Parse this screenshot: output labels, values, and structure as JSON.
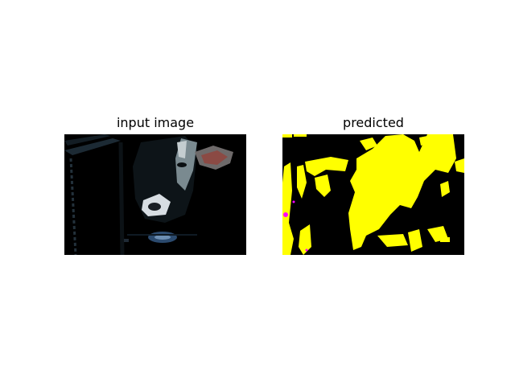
{
  "panels": [
    {
      "title": "input image",
      "content": "photo-dark-calf-head"
    },
    {
      "title": "predicted",
      "content": "segmentation-mask"
    }
  ],
  "colors": {
    "background": "#ffffff",
    "photo_background": "#000000",
    "mask_foreground": "#ffff00",
    "mask_minor_class": "#ff00ff",
    "mask_background": "#000000"
  }
}
